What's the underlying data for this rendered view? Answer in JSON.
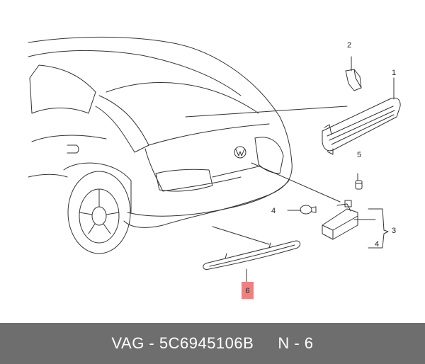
{
  "callouts": {
    "c1": "1",
    "c2": "2",
    "c3": "3",
    "c4a": "4",
    "c4b": "4",
    "c5": "5",
    "c6": "6"
  },
  "highlight_color": "#f08080",
  "footer": {
    "part_number": "VAG - 5C6945106B",
    "position": "N - 6"
  }
}
